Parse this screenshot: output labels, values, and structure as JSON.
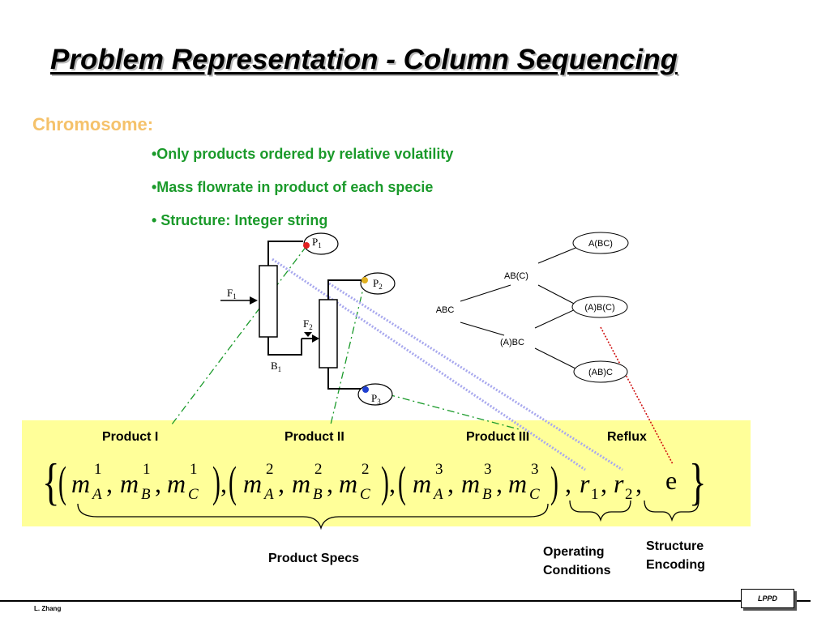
{
  "title": " Problem Representation - Column Sequencing",
  "chromosome_heading": "Chromosome:",
  "bullets": [
    "•Only products ordered by relative volatility",
    "•Mass flowrate in product of each specie",
    "• Structure: Integer string"
  ],
  "flowsheet": {
    "feed": "F",
    "feed_sub": "1",
    "feed2": "F",
    "feed2_sub": "2",
    "bottoms": "B",
    "bottoms_sub": "1",
    "products": [
      {
        "name": "P",
        "sub": "1",
        "color": "#e02020"
      },
      {
        "name": "P",
        "sub": "2",
        "color": "#e0b020"
      },
      {
        "name": "P",
        "sub": "3",
        "color": "#2040d0"
      }
    ]
  },
  "tree": {
    "root": "ABC",
    "level1": [
      "AB(C)",
      "(A)BC"
    ],
    "level2": [
      "A(BC)",
      "(A)B(C)",
      "(AB)C"
    ]
  },
  "encoding": {
    "headers": [
      "Product I",
      "Product II",
      "Product III",
      "Reflux"
    ],
    "species": [
      "A",
      "B",
      "C"
    ],
    "product_superscripts": [
      "1",
      "2",
      "3"
    ],
    "reflux": [
      "r",
      "r"
    ],
    "reflux_subs": [
      "1",
      "2"
    ],
    "structure_symbol": "e",
    "labels": {
      "product_specs": "Product Specs",
      "operating_conditions": "Operating Conditions",
      "structure_encoding": "Structure Encoding"
    }
  },
  "footer": {
    "author": "L. Zhang",
    "logo": "LPPD"
  },
  "colors": {
    "bullet_green": "#1a9a2a",
    "chromosome_orange": "#f5c26b",
    "band_yellow": "#ffff99",
    "dash_green": "#1a9a2a",
    "dotted_blue": "#a8a8ee",
    "dotted_red": "#d01010"
  }
}
